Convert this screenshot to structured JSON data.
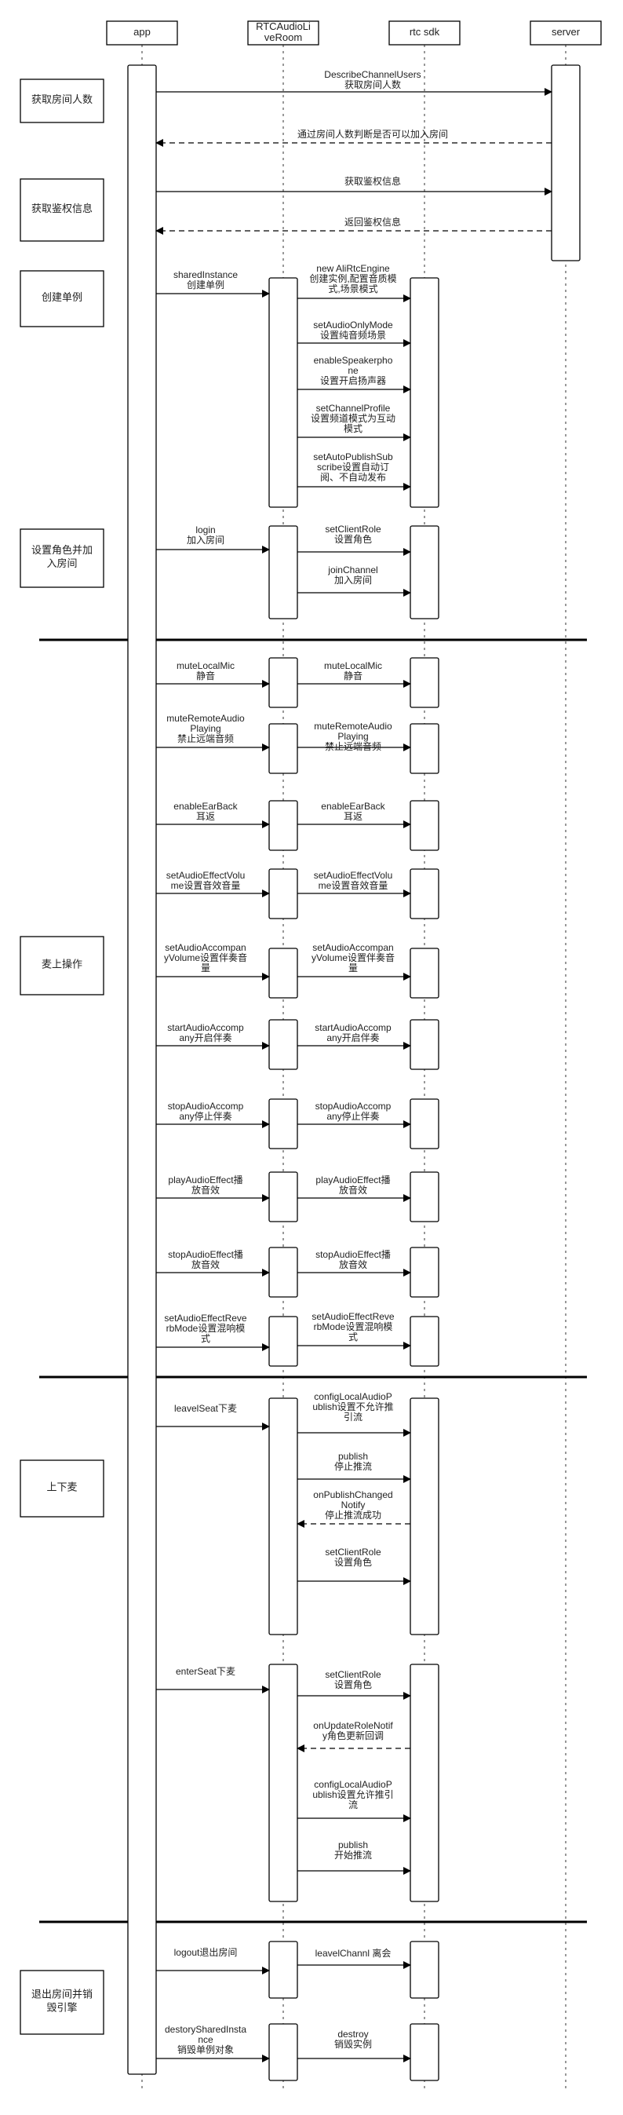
{
  "participants": [
    {
      "id": "app",
      "lines": [
        "app"
      ]
    },
    {
      "id": "room",
      "lines": [
        "RTCAudioLi",
        "veRoom"
      ]
    },
    {
      "id": "sdk",
      "lines": [
        "rtc sdk"
      ]
    },
    {
      "id": "server",
      "lines": [
        "server"
      ]
    }
  ],
  "section_notes": [
    {
      "id": "note-get-count",
      "lines": [
        "获取房间人数"
      ]
    },
    {
      "id": "note-get-auth",
      "lines": [
        "获取鉴权信息"
      ]
    },
    {
      "id": "note-create",
      "lines": [
        "创建单例"
      ]
    },
    {
      "id": "note-role-join",
      "lines": [
        "设置角色并加",
        "入房间"
      ]
    },
    {
      "id": "note-mic",
      "lines": [
        "麦上操作"
      ]
    },
    {
      "id": "note-seat",
      "lines": [
        "上下麦"
      ]
    },
    {
      "id": "note-exit",
      "lines": [
        "退出房间并销",
        "毁引擎"
      ]
    }
  ],
  "messages": [
    {
      "id": "describe-users",
      "lines": [
        "DescribeChannelUsers",
        "获取房间人数"
      ]
    },
    {
      "id": "check-count",
      "lines": [
        "通过房间人数判断是否可以加入房间"
      ]
    },
    {
      "id": "get-auth",
      "lines": [
        "获取鉴权信息"
      ]
    },
    {
      "id": "return-auth",
      "lines": [
        "返回鉴权信息"
      ]
    },
    {
      "id": "shared-instance",
      "lines": [
        "sharedInstance",
        "创建单例"
      ]
    },
    {
      "id": "new-engine",
      "lines": [
        "new AliRtcEngine",
        "创建实例,配置音质模",
        "式,场景模式"
      ]
    },
    {
      "id": "set-audio-only",
      "lines": [
        "setAudioOnlyMode",
        "设置纯音频场景"
      ]
    },
    {
      "id": "enable-speaker",
      "lines": [
        "enableSpeakerpho",
        "ne",
        "设置开启扬声器"
      ]
    },
    {
      "id": "set-channel-profile",
      "lines": [
        "setChannelProfile",
        "设置频道模式为互动",
        "模式"
      ]
    },
    {
      "id": "set-auto-publish",
      "lines": [
        "setAutoPublishSub",
        "scribe设置自动订",
        "阅、不自动发布"
      ]
    },
    {
      "id": "login",
      "lines": [
        "login",
        "加入房间"
      ]
    },
    {
      "id": "set-client-role-1",
      "lines": [
        "setClientRole",
        "设置角色"
      ]
    },
    {
      "id": "join-channel",
      "lines": [
        "joinChannel",
        "加入房间"
      ]
    },
    {
      "id": "mute-local-app",
      "lines": [
        "muteLocalMic",
        "静音"
      ]
    },
    {
      "id": "mute-local-room",
      "lines": [
        "muteLocalMic",
        "静音"
      ]
    },
    {
      "id": "mute-remote-app",
      "lines": [
        "muteRemoteAudio",
        "Playing",
        "禁止远端音频"
      ]
    },
    {
      "id": "mute-remote-room",
      "lines": [
        "muteRemoteAudio",
        "Playing",
        "禁止远端音频"
      ]
    },
    {
      "id": "ear-back-app",
      "lines": [
        "enableEarBack",
        "耳返"
      ]
    },
    {
      "id": "ear-back-room",
      "lines": [
        "enableEarBack",
        "耳返"
      ]
    },
    {
      "id": "effect-volume-app",
      "lines": [
        "setAudioEffectVolu",
        "me设置音效音量"
      ]
    },
    {
      "id": "effect-volume-room",
      "lines": [
        "setAudioEffectVolu",
        "me设置音效音量"
      ]
    },
    {
      "id": "accomp-volume-app",
      "lines": [
        "setAudioAccompan",
        "yVolume设置伴奏音",
        "量"
      ]
    },
    {
      "id": "accomp-volume-room",
      "lines": [
        "setAudioAccompan",
        "yVolume设置伴奏音",
        "量"
      ]
    },
    {
      "id": "start-accomp-app",
      "lines": [
        "startAudioAccomp",
        "any开启伴奏"
      ]
    },
    {
      "id": "start-accomp-room",
      "lines": [
        "startAudioAccomp",
        "any开启伴奏"
      ]
    },
    {
      "id": "stop-accomp-app",
      "lines": [
        "stopAudioAccomp",
        "any停止伴奏"
      ]
    },
    {
      "id": "stop-accomp-room",
      "lines": [
        "stopAudioAccomp",
        "any停止伴奏"
      ]
    },
    {
      "id": "play-effect-app",
      "lines": [
        "playAudioEffect播",
        "放音效"
      ]
    },
    {
      "id": "play-effect-room",
      "lines": [
        "playAudioEffect播",
        "放音效"
      ]
    },
    {
      "id": "stop-effect-app",
      "lines": [
        "stopAudioEffect播",
        "放音效"
      ]
    },
    {
      "id": "stop-effect-room",
      "lines": [
        "stopAudioEffect播",
        "放音效"
      ]
    },
    {
      "id": "reverb-app",
      "lines": [
        "setAudioEffectReve",
        "rbMode设置混响模",
        "式"
      ]
    },
    {
      "id": "reverb-room",
      "lines": [
        "setAudioEffectReve",
        "rbMode设置混响模",
        "式"
      ]
    },
    {
      "id": "leave-seat",
      "lines": [
        "leavelSeat下麦"
      ]
    },
    {
      "id": "config-no-push",
      "lines": [
        "configLocalAudioP",
        "ublish设置不允许推",
        "引流"
      ]
    },
    {
      "id": "publish-stop",
      "lines": [
        "publish",
        "停止推流"
      ]
    },
    {
      "id": "on-publish-changed",
      "lines": [
        "onPublishChanged",
        "Notify",
        "停止推流成功"
      ]
    },
    {
      "id": "set-client-role-2",
      "lines": [
        "setClientRole",
        "设置角色"
      ]
    },
    {
      "id": "enter-seat",
      "lines": [
        "enterSeat下麦"
      ]
    },
    {
      "id": "set-client-role-3",
      "lines": [
        "setClientRole",
        "设置角色"
      ]
    },
    {
      "id": "on-update-role",
      "lines": [
        "onUpdateRoleNotif",
        "y角色更新回调"
      ]
    },
    {
      "id": "config-allow-push",
      "lines": [
        "configLocalAudioP",
        "ublish设置允许推引",
        "流"
      ]
    },
    {
      "id": "publish-start",
      "lines": [
        "publish",
        "开始推流"
      ]
    },
    {
      "id": "logout",
      "lines": [
        "logout退出房间"
      ]
    },
    {
      "id": "leave-channel",
      "lines": [
        "leavelChannl 离会"
      ]
    },
    {
      "id": "destroy-shared",
      "lines": [
        "destorySharedInsta",
        "nce",
        "销毁单例对象"
      ]
    },
    {
      "id": "destroy",
      "lines": [
        "destroy",
        "销毁实例"
      ]
    }
  ]
}
